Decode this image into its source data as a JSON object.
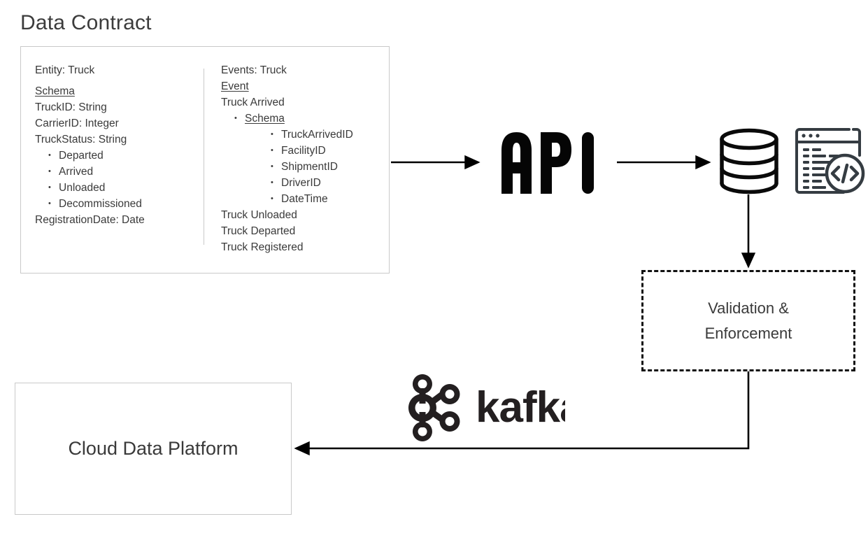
{
  "page": {
    "title": "Data Contract",
    "background": "#ffffff",
    "text_color": "#3a3a3a",
    "line_color": "#111111",
    "box_border_color": "#c9c9c9"
  },
  "contract": {
    "left_column": {
      "entity_line": "Entity: Truck",
      "schema_heading": "Schema",
      "fields": [
        "TruckID: String",
        "CarrierID: Integer",
        "TruckStatus: String"
      ],
      "status_values": [
        "Departed",
        "Arrived",
        "Unloaded",
        "Decommissioned"
      ],
      "trailing_field": "RegistrationDate: Date"
    },
    "right_column": {
      "events_line": "Events: Truck",
      "event_heading": "Event",
      "first_event": "Truck Arrived",
      "schema_heading": "Schema",
      "schema_fields": [
        "TruckArrivedID",
        "FacilityID",
        "ShipmentID",
        "DriverID",
        "DateTime"
      ],
      "other_events": [
        "Truck Unloaded",
        "Truck Departed",
        "Truck Registered"
      ]
    }
  },
  "nodes": {
    "api": {
      "label": "API",
      "icon": "api-logo"
    },
    "database": {
      "icon": "database-cylinder-icon"
    },
    "code_window": {
      "icon": "code-window-icon"
    },
    "validation": {
      "label": "Validation &\nEnforcement"
    },
    "kafka": {
      "wordmark": "kafka",
      "icon": "kafka-logo-icon"
    },
    "cloud_data_platform": {
      "label": "Cloud Data Platform"
    }
  },
  "connectors": [
    {
      "name": "contract-to-api",
      "from": "contract",
      "to": "api",
      "style": "solid-arrow"
    },
    {
      "name": "api-to-database",
      "from": "api",
      "to": "database",
      "style": "solid-arrow"
    },
    {
      "name": "database-to-validation",
      "from": "database",
      "to": "validation",
      "style": "solid-arrow"
    },
    {
      "name": "validation-to-cloud-data-platform",
      "from": "validation",
      "to": "cloud_data_platform",
      "style": "solid-elbow-arrow"
    }
  ]
}
